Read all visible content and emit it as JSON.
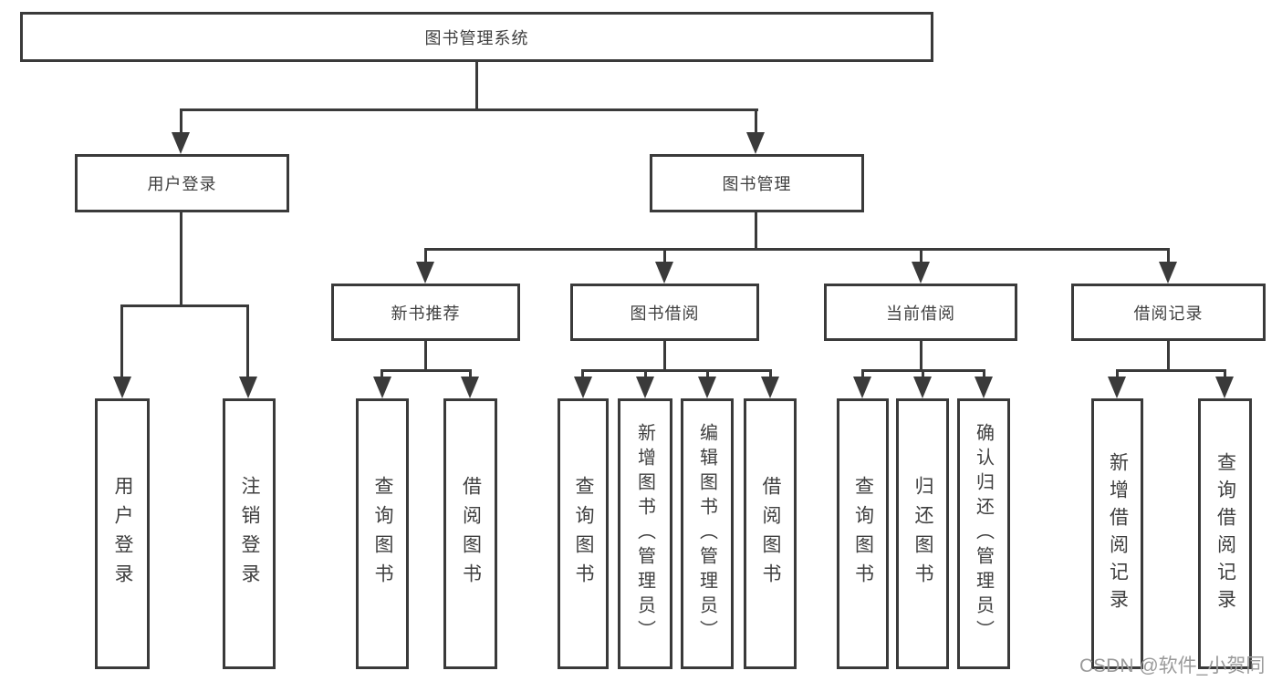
{
  "tree": {
    "label": "图书管理系统",
    "children": [
      {
        "label": "用户登录",
        "children": [
          {
            "label": "用户登录"
          },
          {
            "label": "注销登录"
          }
        ]
      },
      {
        "label": "图书管理",
        "children": [
          {
            "label": "新书推荐",
            "children": [
              {
                "label": "查询图书"
              },
              {
                "label": "借阅图书"
              }
            ]
          },
          {
            "label": "图书借阅",
            "children": [
              {
                "label": "查询图书"
              },
              {
                "label": "新增图书（管理员）"
              },
              {
                "label": "编辑图书（管理员）"
              },
              {
                "label": "借阅图书"
              }
            ]
          },
          {
            "label": "当前借阅",
            "children": [
              {
                "label": "查询图书"
              },
              {
                "label": "归还图书"
              },
              {
                "label": "确认归还（管理员）"
              }
            ]
          },
          {
            "label": "借阅记录",
            "children": [
              {
                "label": "新增借阅记录"
              },
              {
                "label": "查询借阅记录"
              }
            ]
          }
        ]
      }
    ]
  },
  "watermark": "CSDN @软件_小贺同学",
  "colors": {
    "line": "#3a3a3a",
    "text": "#3f3f3f",
    "watermark": "#9a9a9a",
    "background": "#ffffff"
  }
}
